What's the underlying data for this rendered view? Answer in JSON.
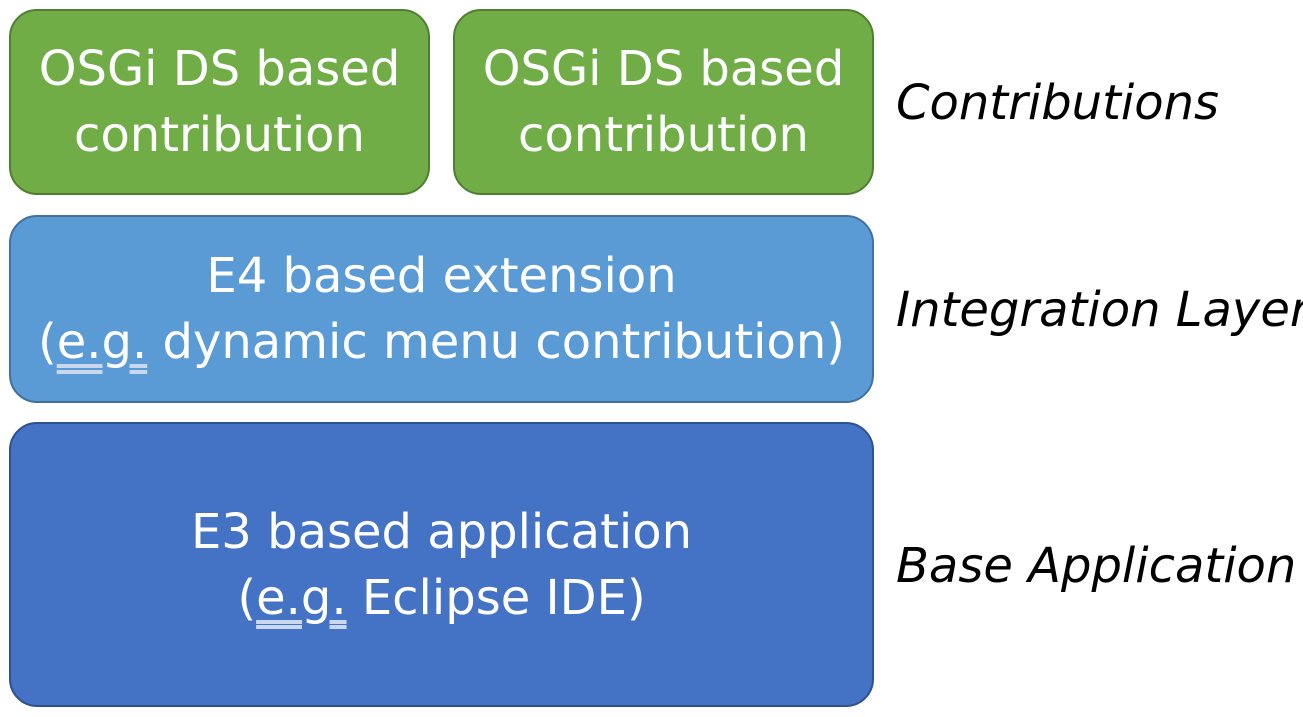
{
  "contributions": [
    {
      "line1": "OSGi DS based",
      "line2": "contribution"
    },
    {
      "line1": "OSGi DS based",
      "line2": "contribution"
    }
  ],
  "integration": {
    "line1": "E4 based extension",
    "line2_open": "(",
    "line2_eg": "e.g.",
    "line2_rest": " dynamic menu contribution)"
  },
  "base": {
    "line1": "E3 based application",
    "line2_open": "(",
    "line2_eg": "e.g.",
    "line2_rest": " Eclipse IDE)"
  },
  "layer_labels": {
    "contributions": "Contributions",
    "integration": "Integration Layer",
    "base": "Base Application"
  },
  "colors": {
    "contribution_fill": "#70ad47",
    "integration_fill": "#5b9bd5",
    "base_fill": "#4472c4"
  }
}
